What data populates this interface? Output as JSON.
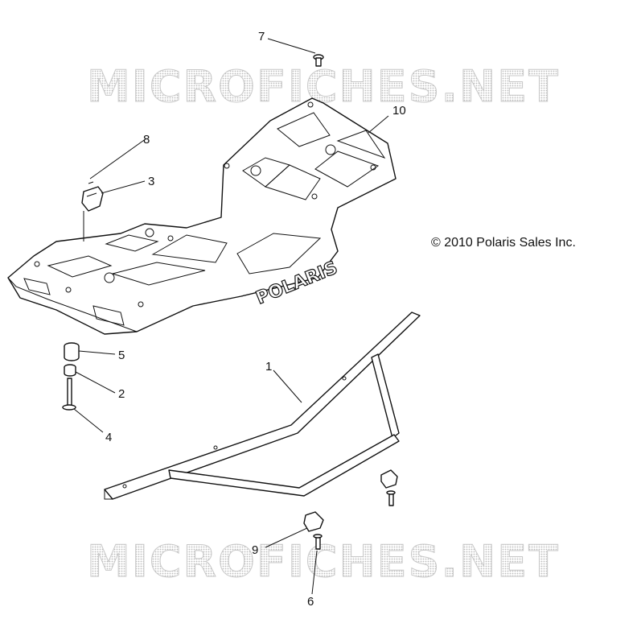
{
  "watermark": "MICROFICHES.NET",
  "copyright": "© 2010 Polaris Sales Inc.",
  "brand_text": "POLARIS",
  "callouts": [
    {
      "id": "7",
      "label": "7"
    },
    {
      "id": "10",
      "label": "10"
    },
    {
      "id": "8",
      "label": "8"
    },
    {
      "id": "3",
      "label": "3"
    },
    {
      "id": "5",
      "label": "5"
    },
    {
      "id": "2",
      "label": "2"
    },
    {
      "id": "4",
      "label": "4"
    },
    {
      "id": "1",
      "label": "1"
    },
    {
      "id": "9",
      "label": "9"
    },
    {
      "id": "6",
      "label": "6"
    }
  ]
}
